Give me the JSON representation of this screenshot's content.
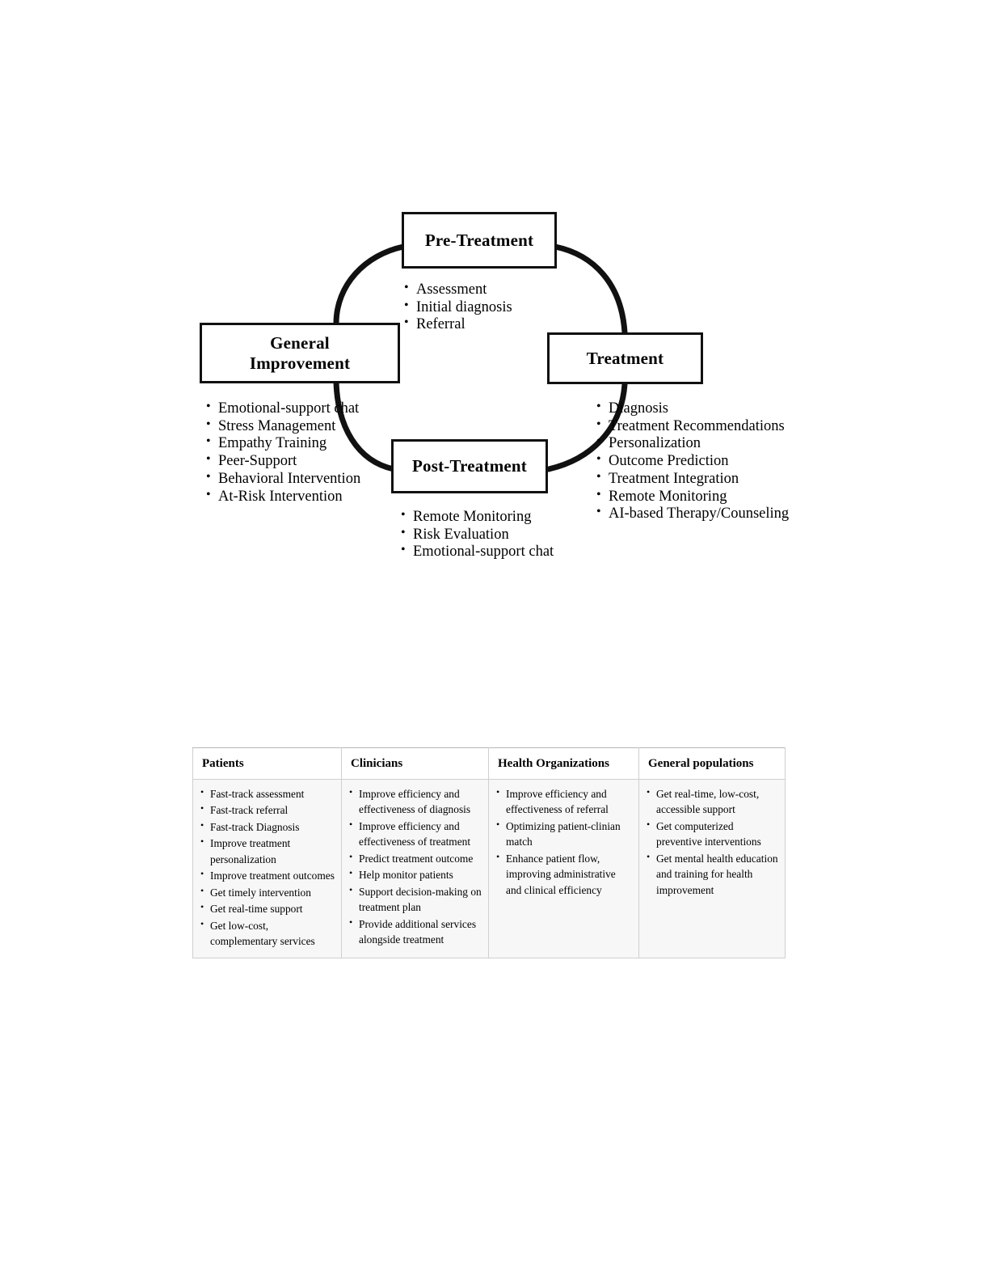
{
  "diagram": {
    "nodes": {
      "pre_treatment": "Pre-Treatment",
      "treatment": "Treatment",
      "post_treatment": "Post-Treatment",
      "general_improvement_line1": "General",
      "general_improvement_line2": "Improvement"
    },
    "lists": {
      "pre_treatment": [
        "Assessment",
        "Initial diagnosis",
        "Referral"
      ],
      "treatment": [
        "Diagnosis",
        "Treatment Recommendations",
        "Personalization",
        "Outcome Prediction",
        "Treatment Integration",
        "Remote Monitoring",
        "AI-based Therapy/Counseling"
      ],
      "post_treatment": [
        "Remote Monitoring",
        "Risk Evaluation",
        "Emotional-support chat"
      ],
      "general_improvement": [
        "Emotional-support chat",
        "Stress Management",
        "Empathy Training",
        "Peer-Support",
        "Behavioral Intervention",
        "At-Risk Intervention"
      ]
    }
  },
  "benefits_table": {
    "columns": [
      "Patients",
      "Clinicians",
      "Health Organizations",
      "General populations"
    ],
    "cells": [
      [
        "Fast-track assessment",
        "Fast-track referral",
        "Fast-track Diagnosis",
        "Improve treatment personalization",
        "Improve treatment outcomes",
        "Get timely intervention",
        "Get real-time support",
        "Get low-cost, complementary services"
      ],
      [
        "Improve efficiency and effectiveness of diagnosis",
        "Improve efficiency and effectiveness of treatment",
        "Predict treatment outcome",
        "Help monitor patients",
        "Support decision-making on treatment plan",
        "Provide additional services alongside treatment"
      ],
      [
        "Improve efficiency and effectiveness of referral",
        "Optimizing patient-clinian match",
        "Enhance patient flow, improving administrative and clinical efficiency"
      ],
      [
        "Get real-time, low-cost, accessible support",
        "Get computerized preventive interventions",
        "Get mental health education and training for health improvement"
      ]
    ]
  },
  "colors": {
    "ink": "#000000",
    "box_border": "#111111",
    "table_border": "#cfcfcf",
    "table_cell_bg": "#f7f7f7",
    "page_bg": "#ffffff"
  }
}
